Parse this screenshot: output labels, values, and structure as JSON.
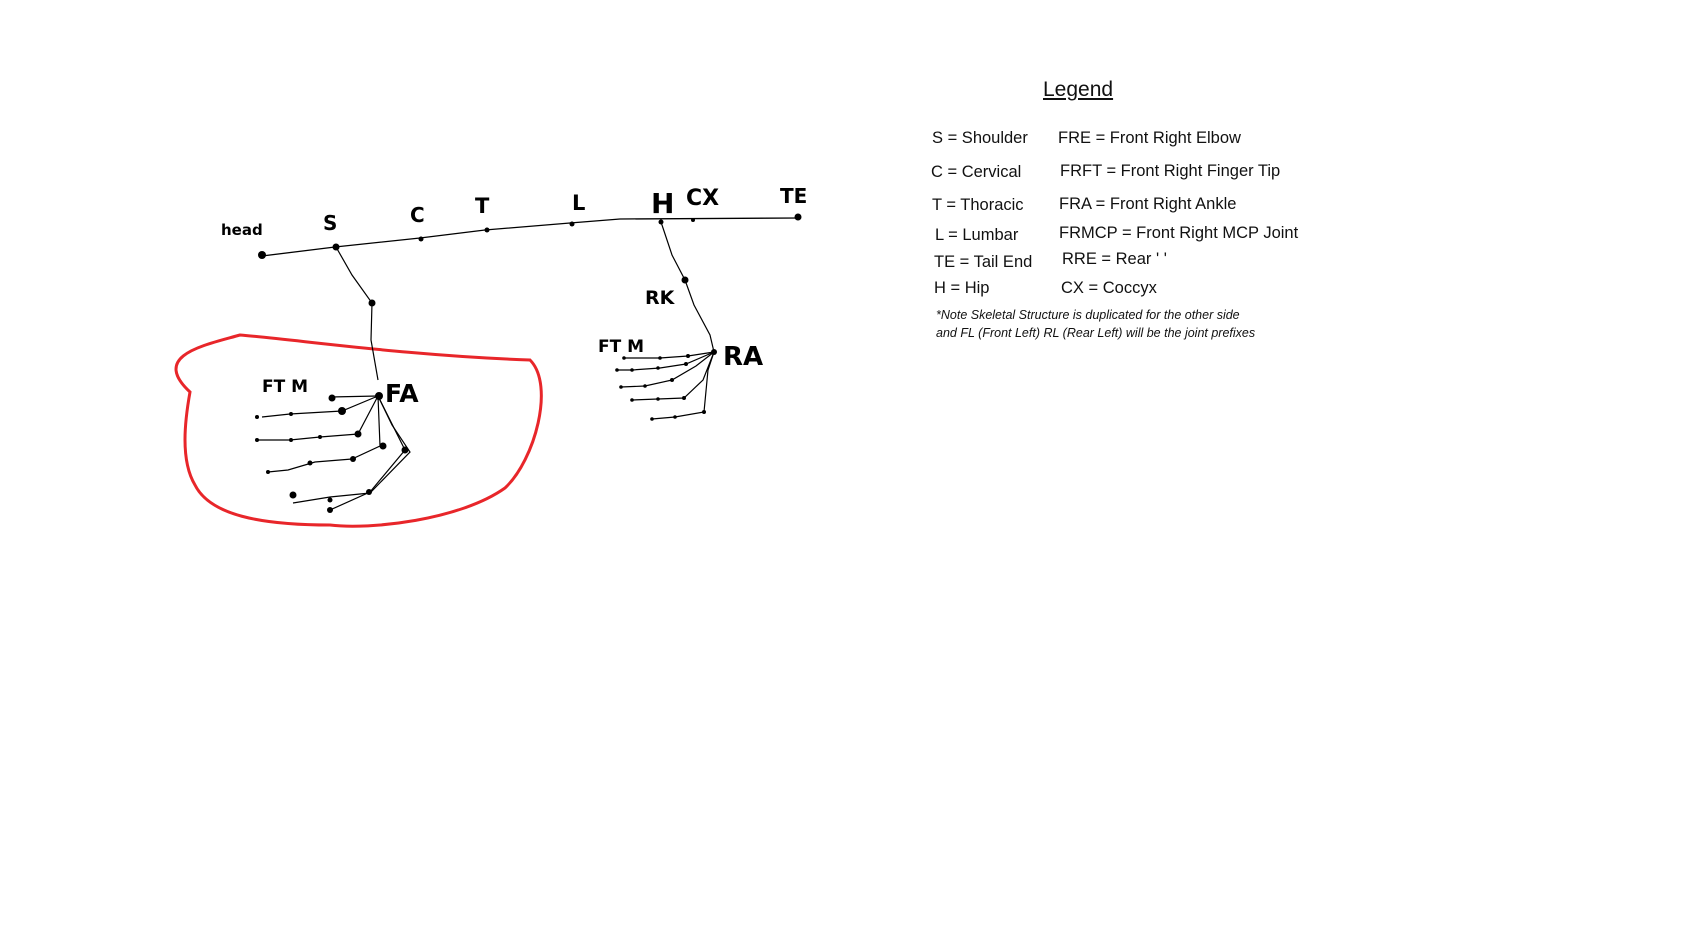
{
  "diagram": {
    "spine_labels": {
      "head": "head",
      "shoulder": "S",
      "cervical": "C",
      "thoracic": "T",
      "lumbar": "L",
      "hip": "H",
      "coccyx": "CX",
      "tail_end": "TE"
    },
    "front_leg_labels": {
      "elbow": "",
      "fingertips": "FT M",
      "ankle": "FA"
    },
    "rear_leg_labels": {
      "knee": "RK",
      "fingertips": "FT M",
      "ankle": "RA"
    },
    "highlight_color": "#e8262a"
  },
  "legend": {
    "title": "Legend",
    "left": [
      "S = Shoulder",
      "C = Cervical",
      "T = Thoracic",
      "L = Lumbar",
      "TE = Tail End",
      "H = Hip"
    ],
    "right": [
      "FRE = Front Right Elbow",
      "FRFT = Front Right Finger Tip",
      "FRA = Front Right Ankle",
      "FRMCP = Front Right MCP Joint",
      "RRE = Rear ' '",
      "CX = Coccyx"
    ],
    "note": [
      "*Note Skeletal Structure is duplicated for the other side",
      "and FL (Front Left) RL (Rear Left) will be the joint prefixes"
    ]
  }
}
